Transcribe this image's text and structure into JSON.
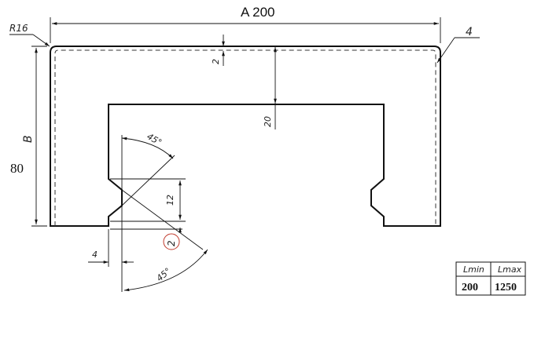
{
  "labels": {
    "top_dimension": "A 200",
    "radius": "R16",
    "edge_offset": "4",
    "height_letter": "B",
    "height_value": "80",
    "thickness": "2",
    "slot_depth": "20",
    "angle_top": "45°",
    "angle_bottom": "45°",
    "notch_height": "12",
    "notch_offset": "4",
    "circled_note": "2"
  },
  "table": {
    "headers": [
      "Lmin",
      "Lmax"
    ],
    "values": [
      "200",
      "1250"
    ]
  }
}
